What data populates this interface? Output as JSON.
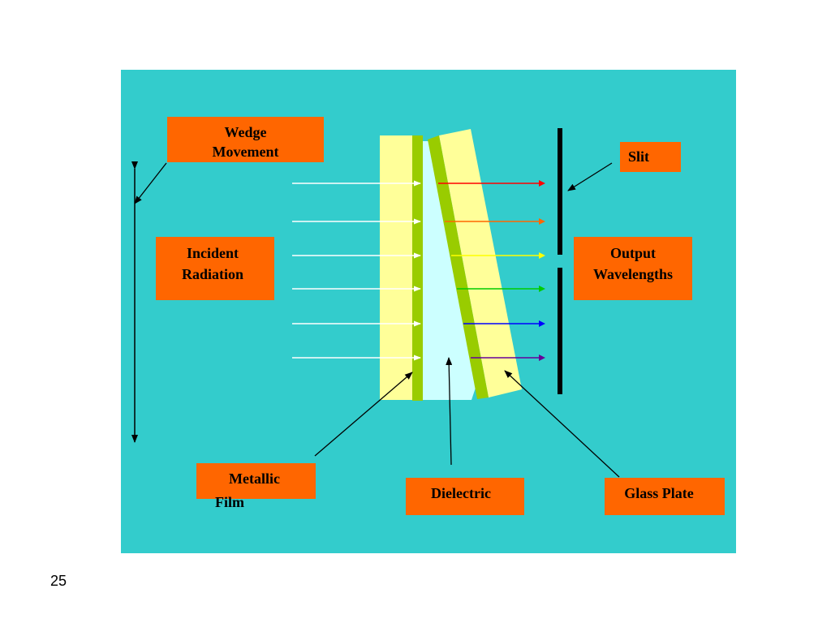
{
  "colors": {
    "panel": "#33cccc",
    "label_bg": "#ff6600",
    "glass": "#ffff99",
    "metal": "#99cc00",
    "dielectric": "#ccffff",
    "slit": "#000000"
  },
  "labels": {
    "wedge_movement": [
      "Wedge",
      "Movement"
    ],
    "slit": "Slit",
    "incident_radiation": [
      "Incident",
      "Radiation"
    ],
    "output_wavelengths": [
      "Output",
      "Wavelengths"
    ],
    "metallic_film": [
      "Metallic",
      "Film"
    ],
    "dielectric": "Dielectric",
    "glass_plate": "Glass Plate"
  },
  "output_ray_colors": [
    "#ff0000",
    "#ff6600",
    "#ffff00",
    "#00cc00",
    "#0000ff",
    "#660099"
  ],
  "page_number": "25"
}
